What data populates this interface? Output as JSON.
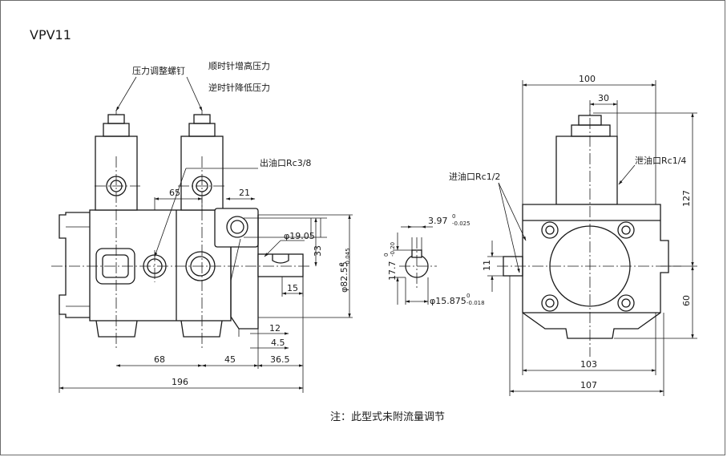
{
  "title": "VPV11",
  "labels": {
    "adjust_screw": "压力调整螺钉",
    "cw_increase": "顺时针增高压力",
    "ccw_decrease": "逆时针降低压力",
    "outlet": "出油口Rc3/8",
    "inlet": "进油口Rc1/2",
    "drain": "泄油口Rc1/4"
  },
  "dims": {
    "d196": "196",
    "d68": "68",
    "d45": "45",
    "d36_5": "36.5",
    "d12": "12",
    "d4_5": "4.5",
    "d15": "15",
    "d65": "65",
    "d21": "21",
    "d33": "33",
    "phi19": "φ19.05",
    "phi82": "φ82.55",
    "d3_97": "3.97",
    "d17_7": "17.7",
    "phi15": "φ15.875",
    "d100": "100",
    "d30": "30",
    "d127": "127",
    "d60": "60",
    "d11": "11",
    "d103": "103",
    "d107": "107"
  },
  "tolerances": {
    "phi82_upper": "0",
    "phi82_lower": "-0.045",
    "d3_97_upper": "0",
    "d3_97_lower": "-0.025",
    "d17_7_upper": "0",
    "d17_7_lower": "-0.20",
    "phi15_upper": "0",
    "phi15_lower": "-0.018"
  },
  "note": "注：此型式未附流量调节"
}
